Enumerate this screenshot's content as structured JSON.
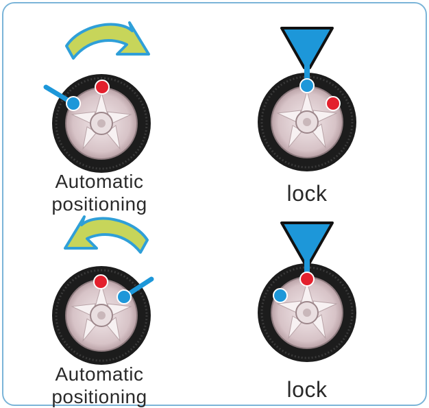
{
  "colors": {
    "frame": "#7ab4d8",
    "arrow_fill": "#c7d55a",
    "arrow_stroke": "#2f9fd8",
    "blue_marker": "#1d97d9",
    "red_marker": "#e3202d",
    "tire": "#1c1c1c",
    "rim": "#d9c9cc"
  },
  "panels": [
    {
      "id": "top-left",
      "type": "auto",
      "caption_line1": "Automatic",
      "caption_line2": "positioning",
      "arrow": "rotate-right-arrow-icon"
    },
    {
      "id": "top-right",
      "type": "lock",
      "caption": "lock",
      "marker_icon": "funnel-marker-icon"
    },
    {
      "id": "bottom-left",
      "type": "auto",
      "caption_line1": "Automatic",
      "caption_line2": "positioning",
      "arrow": "rotate-left-arrow-icon"
    },
    {
      "id": "bottom-right",
      "type": "lock",
      "caption": "lock",
      "marker_icon": "funnel-marker-icon"
    }
  ]
}
